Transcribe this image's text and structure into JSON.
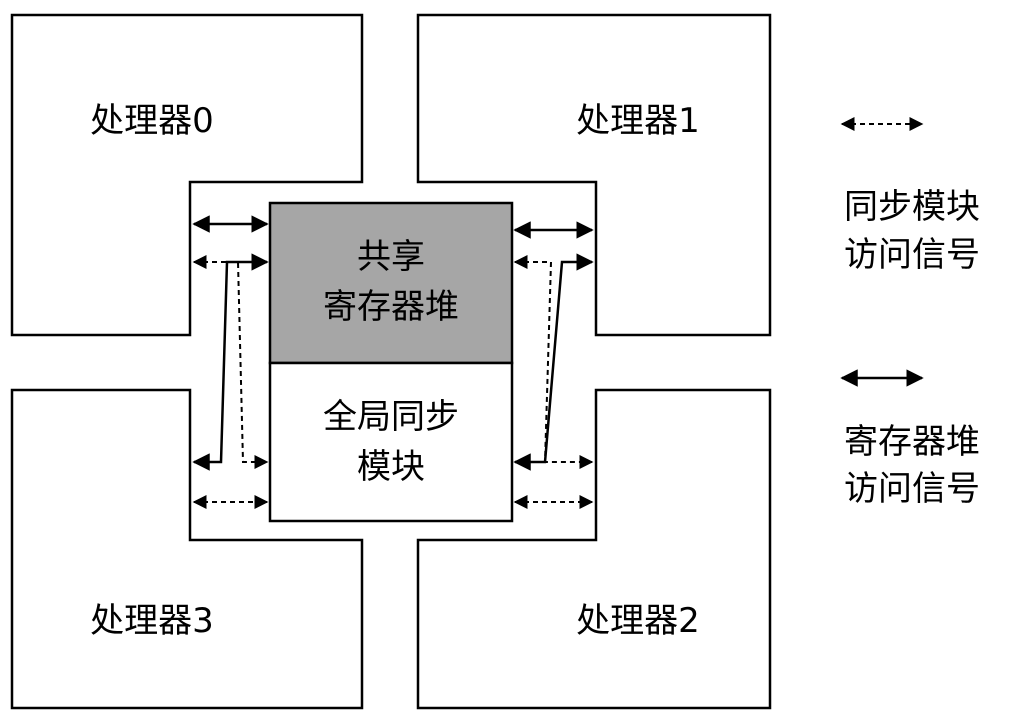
{
  "processors": [
    {
      "id": "p0",
      "label": "处理器0"
    },
    {
      "id": "p1",
      "label": "处理器1"
    },
    {
      "id": "p2",
      "label": "处理器2"
    },
    {
      "id": "p3",
      "label": "处理器3"
    }
  ],
  "shared_register_file": {
    "line1": "共享",
    "line2": "寄存器堆",
    "fill": "#a6a6a6"
  },
  "global_sync_module": {
    "line1": "全局同步",
    "line2": "模块"
  },
  "legend": {
    "sync_access": {
      "line1": "同步模块",
      "line2": "访问信号",
      "style": "dashed"
    },
    "register_access": {
      "line1": "寄存器堆",
      "line2": "访问信号",
      "style": "solid"
    }
  }
}
